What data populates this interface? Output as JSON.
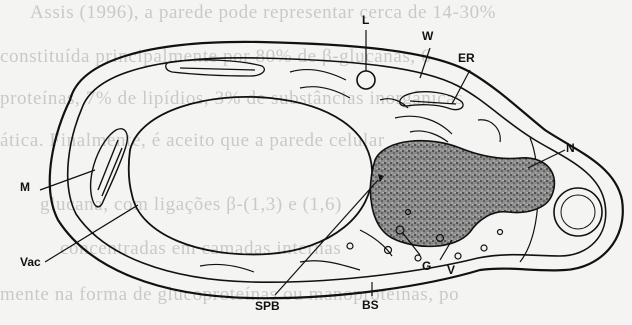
{
  "background_text": [
    "Assis (1996), a parede pode representar cerca de 14-30%",
    "constituída principalmente por 80% de β-glucanas, 6",
    "proteínas, 7% de lipídios, 3% de substâncias inorgânicas",
    "ática. Finalmente, é aceito que a parede celular",
    "glucana, com ligações β-(1,3) e (1,6)",
    "concentradas em camadas internas",
    "mente na forma de glucoproteínas ou manoproteínas, po"
  ],
  "labels": {
    "L": "L",
    "W": "W",
    "ER": "ER",
    "N": "N",
    "M": "M",
    "Vac": "Vac",
    "SPB": "SPB",
    "BS": "BS",
    "G": "G",
    "V": "V"
  },
  "colors": {
    "ink": "#111111",
    "nucleus": "#555555",
    "paper": "#f4f4f2",
    "text": "#c9c9c6"
  }
}
